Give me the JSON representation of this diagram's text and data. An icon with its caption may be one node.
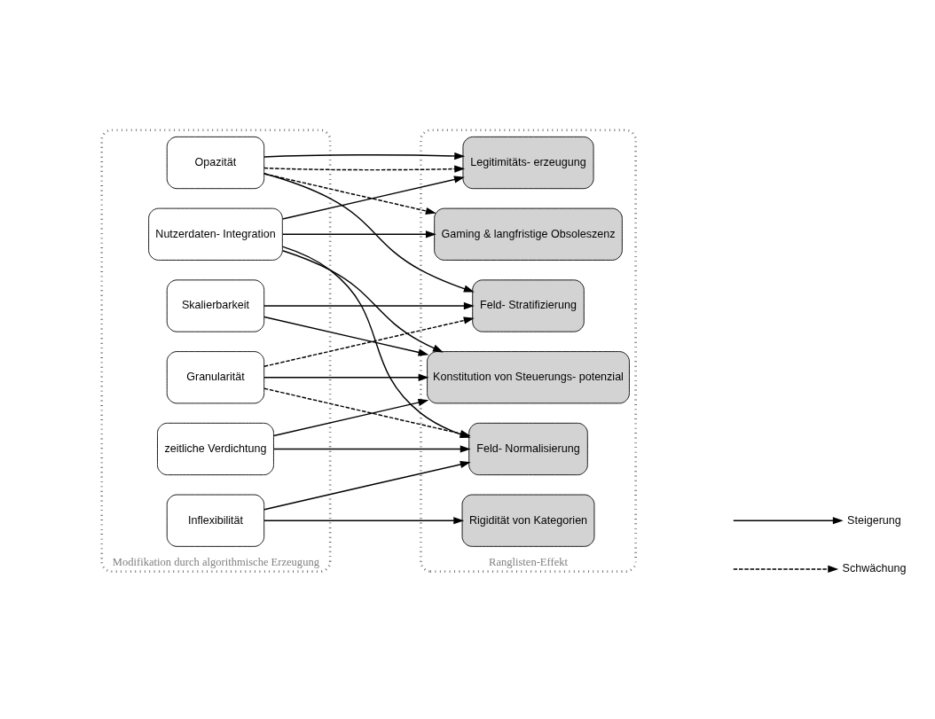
{
  "diagram": {
    "nodes": [
      {
        "text": [
          "Modifikation durch algorithmische Erzeugung"
        ]
      },
      {
        "text": [
          "Skalierbarkeit"
        ],
        "in": 0
      },
      {
        "text": [
          "Inflexibilität"
        ],
        "in": 0
      },
      {
        "text": [
          "Granularität"
        ],
        "in": 0
      },
      {
        "text": [
          "Opazität"
        ],
        "in": 0
      },
      {
        "text": [
          "zeitliche Verdichtung"
        ],
        "in": 0
      },
      {
        "text": [
          "Nutzerdaten- Integration"
        ],
        "in": 0
      },
      {
        "text": [
          "Ranglisten-Effekt"
        ]
      },
      {
        "text": [
          "Rigidität von Kategorien"
        ],
        "in": 7
      },
      {
        "text": [
          "Legitimitäts- erzeugung"
        ],
        "in": 7
      },
      {
        "text": [
          "Konstitution von Steuerungs- potenzial"
        ],
        "in": 7
      },
      {
        "text": [
          "Feld- Stratifizierung"
        ],
        "in": 7
      },
      {
        "text": [
          "Feld- Normalisierung"
        ],
        "in": 7
      },
      {
        "text": [
          "Gaming & langfristige Obsoleszenz"
        ],
        "in": 7
      }
    ],
    "edges": [
      {
        "from": 1,
        "to": 10,
        "arrow": "to"
      },
      {
        "from": 1,
        "to": 11,
        "arrow": "to"
      },
      {
        "from": 2,
        "to": 8,
        "arrow": "to"
      },
      {
        "from": 2,
        "to": 12,
        "arrow": "to"
      },
      {
        "from": 3,
        "to": 10,
        "arrow": "to"
      },
      {
        "from": 3,
        "to": 11,
        "arrow": "to",
        "style": "dashed"
      },
      {
        "from": 3,
        "to": 12,
        "arrow": "to",
        "style": "dashed"
      },
      {
        "from": 4,
        "to": 9,
        "arrow": "to",
        "style": "dashed"
      },
      {
        "from": 4,
        "to": 9,
        "arrow": "to"
      },
      {
        "from": 4,
        "to": 11,
        "arrow": "to"
      },
      {
        "from": 4,
        "to": 13,
        "arrow": "to",
        "style": "dashed"
      },
      {
        "from": 5,
        "to": 10,
        "arrow": "to"
      },
      {
        "from": 5,
        "to": 12,
        "arrow": "to"
      },
      {
        "from": 6,
        "to": 9,
        "arrow": "to"
      },
      {
        "from": 6,
        "to": 10,
        "arrow": "to"
      },
      {
        "from": 6,
        "to": 12,
        "arrow": "to"
      },
      {
        "from": 6,
        "to": 13,
        "arrow": "to"
      }
    ],
    "legend": [
      {
        "text": "Steigerung"
      },
      {
        "text": "Schwächung"
      }
    ]
  }
}
